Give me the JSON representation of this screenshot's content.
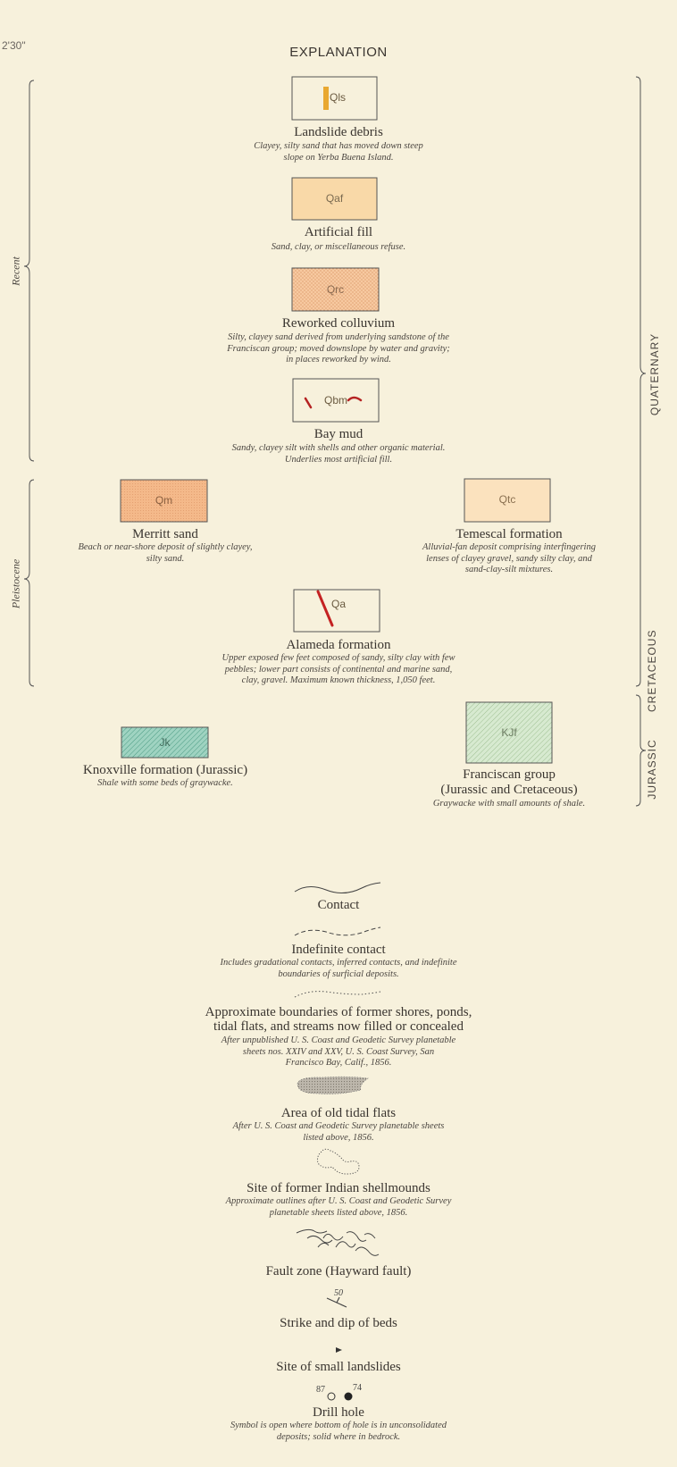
{
  "corner_label": "2'30\"",
  "heading": "EXPLANATION",
  "age_labels": {
    "recent": "Recent",
    "pleistocene": "Pleistocene",
    "quaternary": "QUATERNARY",
    "jurassic": "JURASSIC",
    "cretaceous": "CRETACEOUS"
  },
  "colors": {
    "background": "#f7f1dc",
    "qaf": "#f9d9a8",
    "qrc": "#f7c9a0",
    "qm": "#f4b98a",
    "qtc": "#fbe2be",
    "jk": "#9fd3c1",
    "kjf": "#d7ead0",
    "qls": "#e9a830",
    "qbm": "#b52222",
    "qa": "#c42222"
  },
  "units": {
    "qls": {
      "code": "Qls",
      "title": "Landslide debris",
      "desc": [
        "Clayey, silty sand that has moved down steep",
        "slope on Yerba Buena Island."
      ]
    },
    "qaf": {
      "code": "Qaf",
      "title": "Artificial fill",
      "desc": [
        "Sand, clay, or miscellaneous refuse."
      ]
    },
    "qrc": {
      "code": "Qrc",
      "title": "Reworked colluvium",
      "desc": [
        "Silty, clayey sand derived from underlying sandstone of the",
        "Franciscan group; moved downslope by water and gravity;",
        "in places reworked by wind."
      ]
    },
    "qbm": {
      "code": "Qbm",
      "title": "Bay mud",
      "desc": [
        "Sandy, clayey silt with shells and other organic material.",
        "Underlies most artificial fill."
      ]
    },
    "qm": {
      "code": "Qm",
      "title": "Merritt sand",
      "desc": [
        "Beach or near-shore deposit of slightly clayey,",
        "silty sand."
      ]
    },
    "qtc": {
      "code": "Qtc",
      "title": "Temescal formation",
      "desc": [
        "Alluvial-fan deposit comprising interfingering",
        "lenses of clayey gravel, sandy silty clay, and",
        "sand-clay-silt mixtures."
      ]
    },
    "qa": {
      "code": "Qa",
      "title": "Alameda formation",
      "desc": [
        "Upper exposed few feet composed of sandy, silty clay with few",
        "pebbles; lower part consists of continental and marine sand,",
        "clay, gravel. Maximum known thickness, 1,050 feet."
      ]
    },
    "jk": {
      "code": "Jk",
      "title": "Knoxville formation (Jurassic)",
      "desc": [
        "Shale with some beds of graywacke."
      ]
    },
    "kjf": {
      "code": "KJf",
      "title": [
        "Franciscan group",
        "(Jurassic and Cretaceous)"
      ],
      "desc": [
        "Graywacke with small amounts of shale."
      ]
    }
  },
  "symbols": {
    "contact": {
      "title": "Contact"
    },
    "indefinite": {
      "title": "Indefinite contact",
      "desc": [
        "Includes gradational contacts, inferred contacts, and indefinite",
        "boundaries of surficial deposits."
      ]
    },
    "former_shores": {
      "title": [
        "Approximate boundaries of former shores, ponds,",
        "tidal flats, and streams now filled or concealed"
      ],
      "desc": [
        "After unpublished U. S. Coast and Geodetic Survey planetable",
        "sheets nos. XXIV and XXV, U. S. Coast Survey, San",
        "Francisco Bay, Calif., 1856."
      ]
    },
    "tidal_flats": {
      "title": "Area of old tidal flats",
      "desc": [
        "After U. S. Coast and Geodetic Survey planetable sheets",
        "listed above, 1856."
      ]
    },
    "shellmounds": {
      "title": "Site of former Indian shellmounds",
      "desc": [
        "Approximate outlines after U. S. Coast and Geodetic Survey",
        "planetable sheets listed above, 1856."
      ]
    },
    "fault": {
      "title": "Fault zone (Hayward fault)"
    },
    "strike": {
      "title": "Strike and dip of beds",
      "value": "50"
    },
    "landslides": {
      "title": "Site of small landslides"
    },
    "drill": {
      "title": "Drill hole",
      "open_value": "87",
      "solid_value": "74",
      "desc": [
        "Symbol is open where bottom of hole is in unconsolidated",
        "deposits; solid where in bedrock."
      ]
    }
  }
}
